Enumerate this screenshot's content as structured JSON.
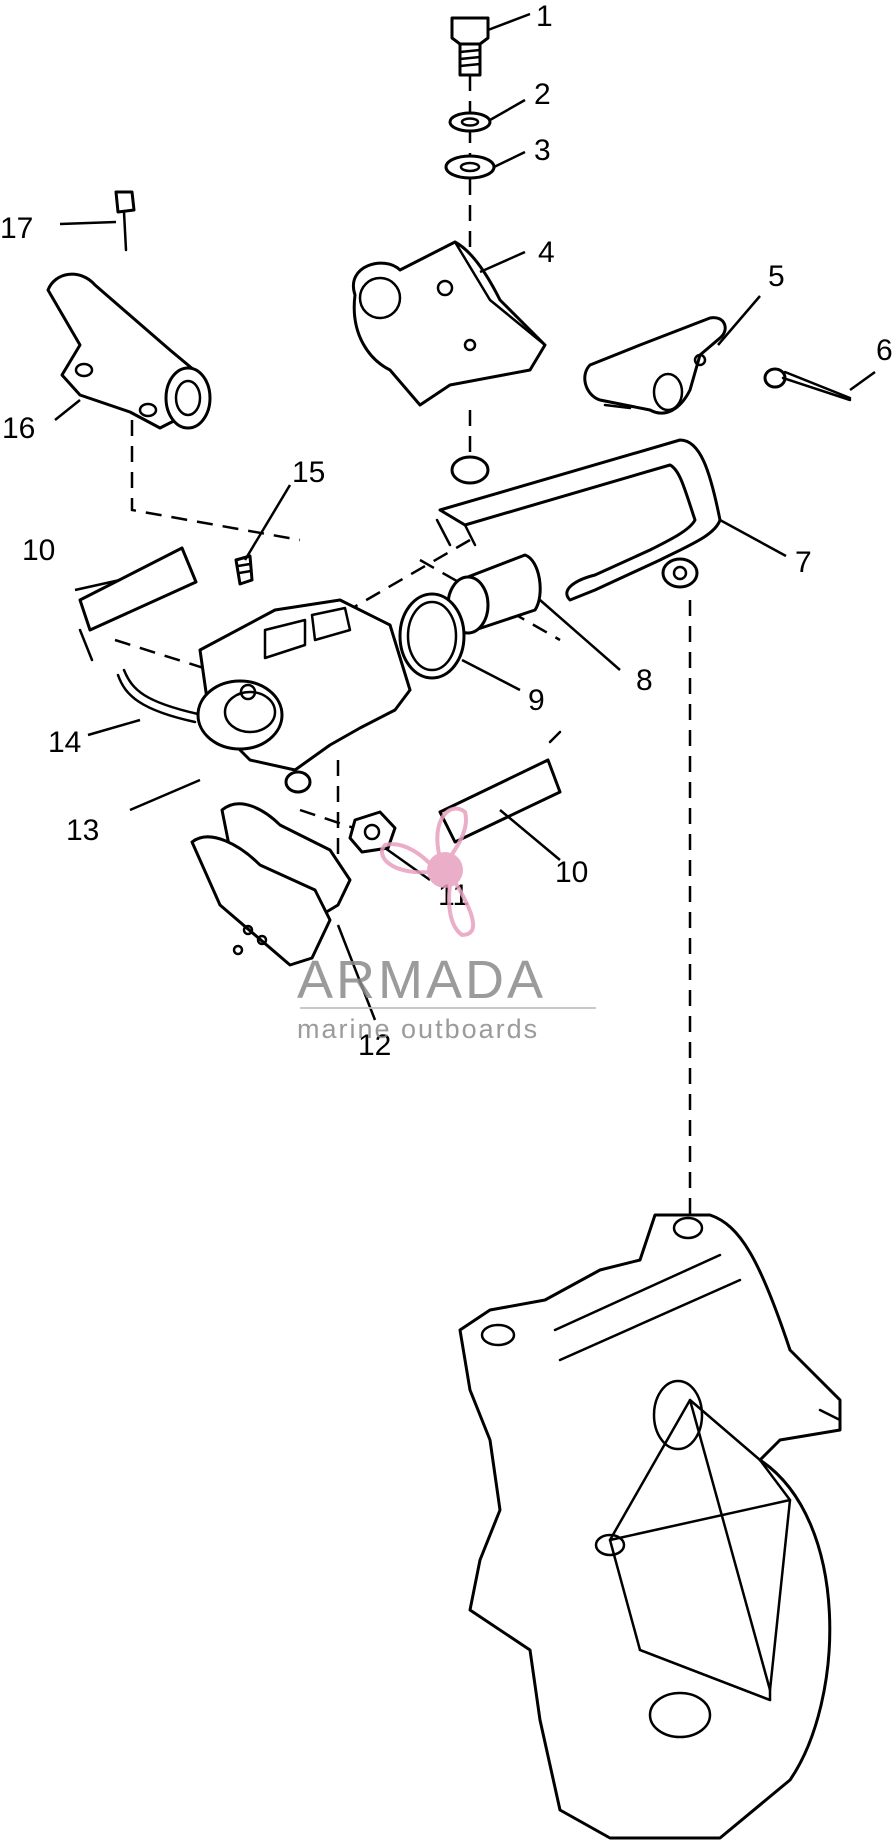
{
  "callouts": [
    "1",
    "2",
    "3",
    "4",
    "5",
    "6",
    "7",
    "8",
    "9",
    "10",
    "10",
    "11",
    "12",
    "13",
    "14",
    "15",
    "16",
    "17"
  ],
  "watermark": {
    "brand": "ARMADA",
    "tagline": "marine outboards",
    "logo_color": "#e8a0c0"
  }
}
